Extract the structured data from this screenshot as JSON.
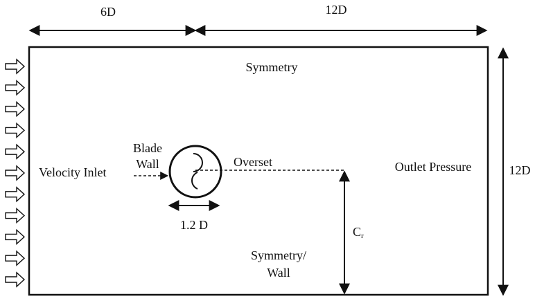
{
  "dimensions": {
    "upstream_length": "6D",
    "downstream_length": "12D",
    "domain_height": "12D",
    "overset_diameter": "1.2 D"
  },
  "boundaries": {
    "top": "Symmetry",
    "inlet": "Velocity Inlet",
    "outlet": "Outlet Pressure",
    "bottom_line1": "Symmetry/",
    "bottom_line2": "Wall"
  },
  "rotor": {
    "blade_label_line1": "Blade",
    "blade_label_line2": "Wall",
    "overset_label": "Overset"
  },
  "clearance": {
    "label_main": "C",
    "label_sub": "r"
  },
  "inflow_arrow_count": 11
}
